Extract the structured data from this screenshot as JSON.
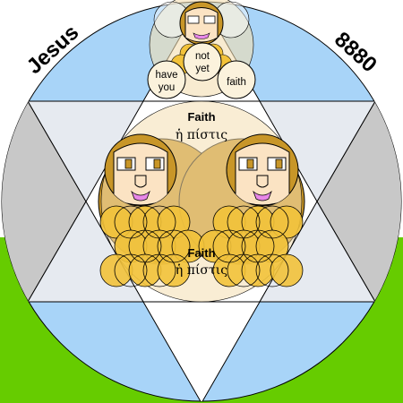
{
  "corner_left": "Jesus",
  "corner_right": "8880",
  "bubbles": [
    {
      "word1": "have",
      "word2": "you"
    },
    {
      "word1": "not",
      "word2": "yet"
    },
    {
      "word1": "faith",
      "word2": ""
    }
  ],
  "faith_top": {
    "english": "Faith",
    "greek": "ἡ πίστις"
  },
  "faith_bottom": {
    "english": "Faith",
    "greek": "ἡ πίστις"
  },
  "colors": {
    "sky": "#a8d4f8",
    "grass": "#66cc00",
    "gray": "#c8c8c8",
    "gold": "#c89628",
    "petal": "#f2c23a",
    "face": "#fbe3c3",
    "lips": "#e888e8"
  }
}
